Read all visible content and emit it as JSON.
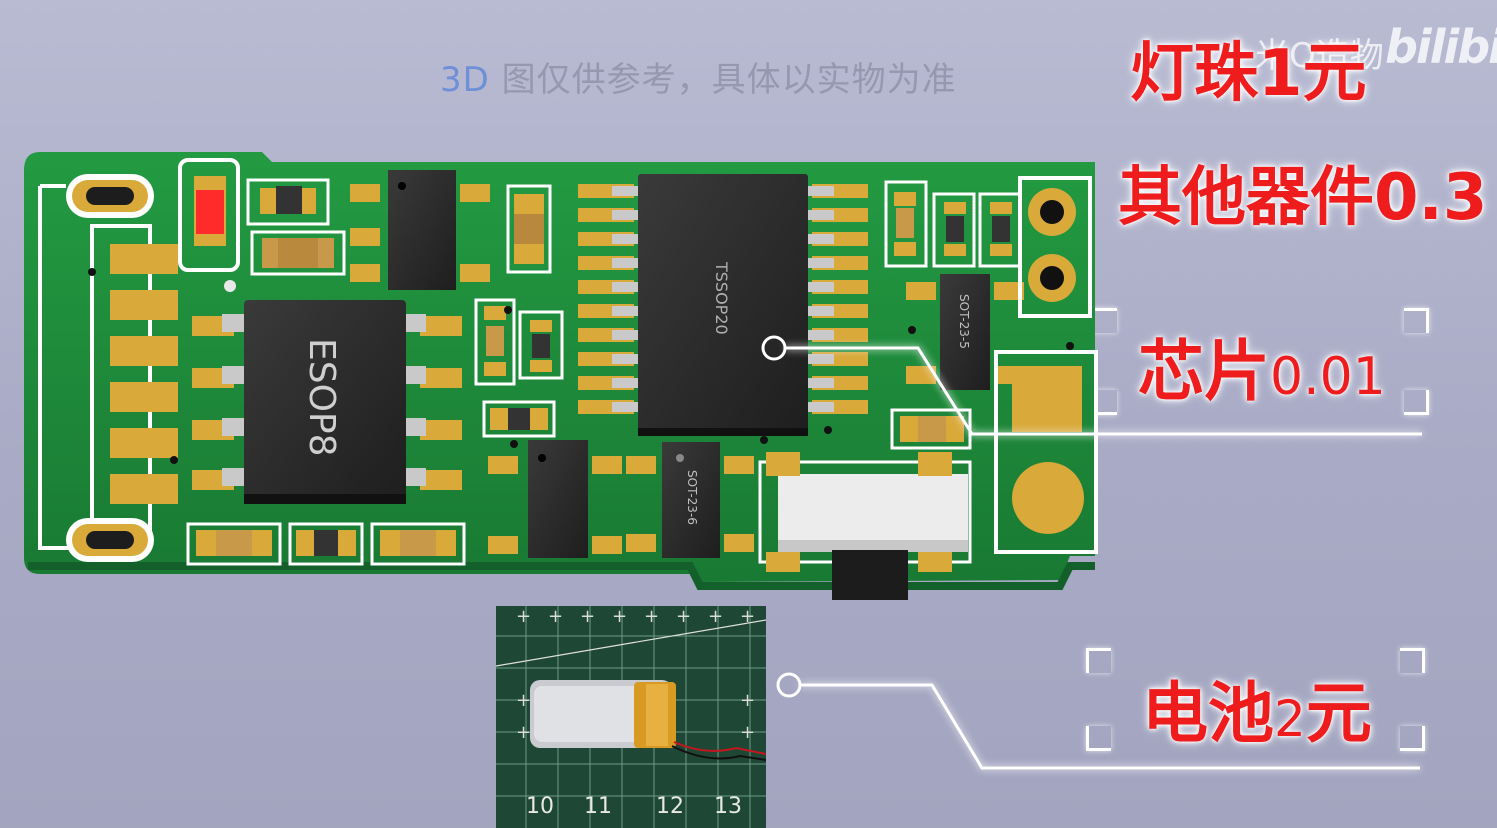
{
  "caption": {
    "lead": "3D",
    "rest": " 图仅供参考，具体以实物为准"
  },
  "labels": {
    "led": "灯珠1元",
    "others": "其他器件0.3",
    "chip_main": "芯片",
    "chip_price": "0.01",
    "battery_main": "电池",
    "battery_mid": "2",
    "battery_end": "元"
  },
  "watermark": {
    "channel": "米O造物",
    "brand": "bilibili"
  },
  "pcb": {
    "esop8": "ESOP8",
    "tssop20": "TSSOP20",
    "sot23_a": "SOT-23-6",
    "sot23_b": "SOT-23-5"
  },
  "photo": {
    "ruler_ticks": [
      "10",
      "11",
      "12",
      "13"
    ]
  },
  "colors": {
    "pcb_green": "#1f8a3a",
    "pad_gold": "#d9a93a",
    "label_red": "#ee1c1c",
    "background": "#b0b2cc"
  }
}
